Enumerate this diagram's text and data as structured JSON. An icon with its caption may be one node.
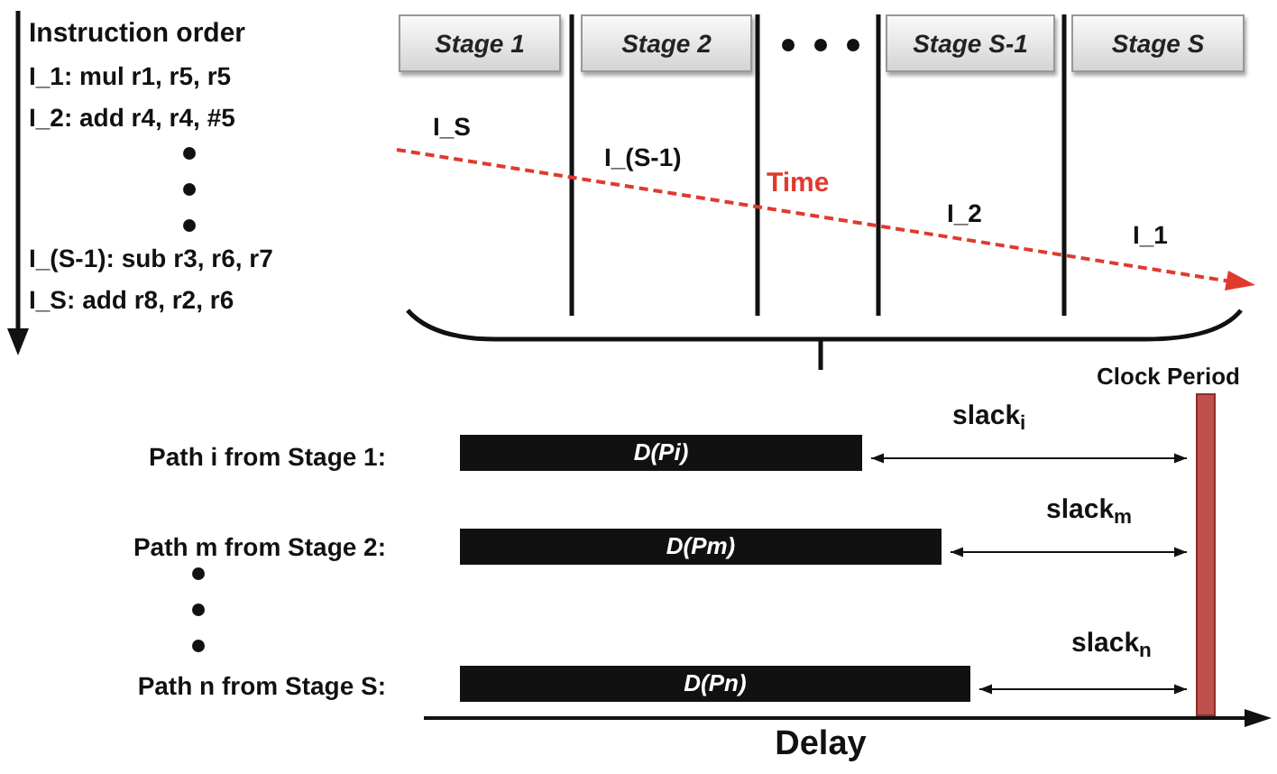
{
  "diagram": {
    "nodes": [
      {
        "text": [
          "Stage 1"
        ]
      },
      {
        "text": [
          "Stage 2"
        ]
      },
      {
        "text": [
          "Stage S-1"
        ]
      },
      {
        "text": [
          "Stage S"
        ]
      },
      {
        "text": [
          "D(Pi)"
        ]
      },
      {
        "text": [
          "D(Pm)"
        ]
      },
      {
        "text": [
          "D(Pn)"
        ]
      },
      {
        "text": [],
        "shape": "bar",
        "beside": [
          "Clock Period"
        ]
      }
    ],
    "edges": [
      {
        "from": 4,
        "to": 7,
        "arrow": "both",
        "label": "slack$_{i}$"
      },
      {
        "from": 5,
        "to": 7,
        "arrow": "both",
        "label": "slack$_{m}$"
      },
      {
        "from": 6,
        "to": 7,
        "arrow": "both",
        "label": "slack$_{n}$"
      }
    ],
    "labels": [
      "Instruction order",
      "I_1: mul r1, r5, r5",
      "I_2: add r4, r4, #5",
      "I_(S-1): sub r3, r6, r7",
      "I_S: add r8, r2, r6",
      "I_S",
      "I_(S-1)",
      "Time",
      "I_2",
      "I_1",
      "Path i from Stage 1:",
      "Path m from Stage 2:",
      "Path n from Stage S:",
      "Delay"
    ]
  }
}
